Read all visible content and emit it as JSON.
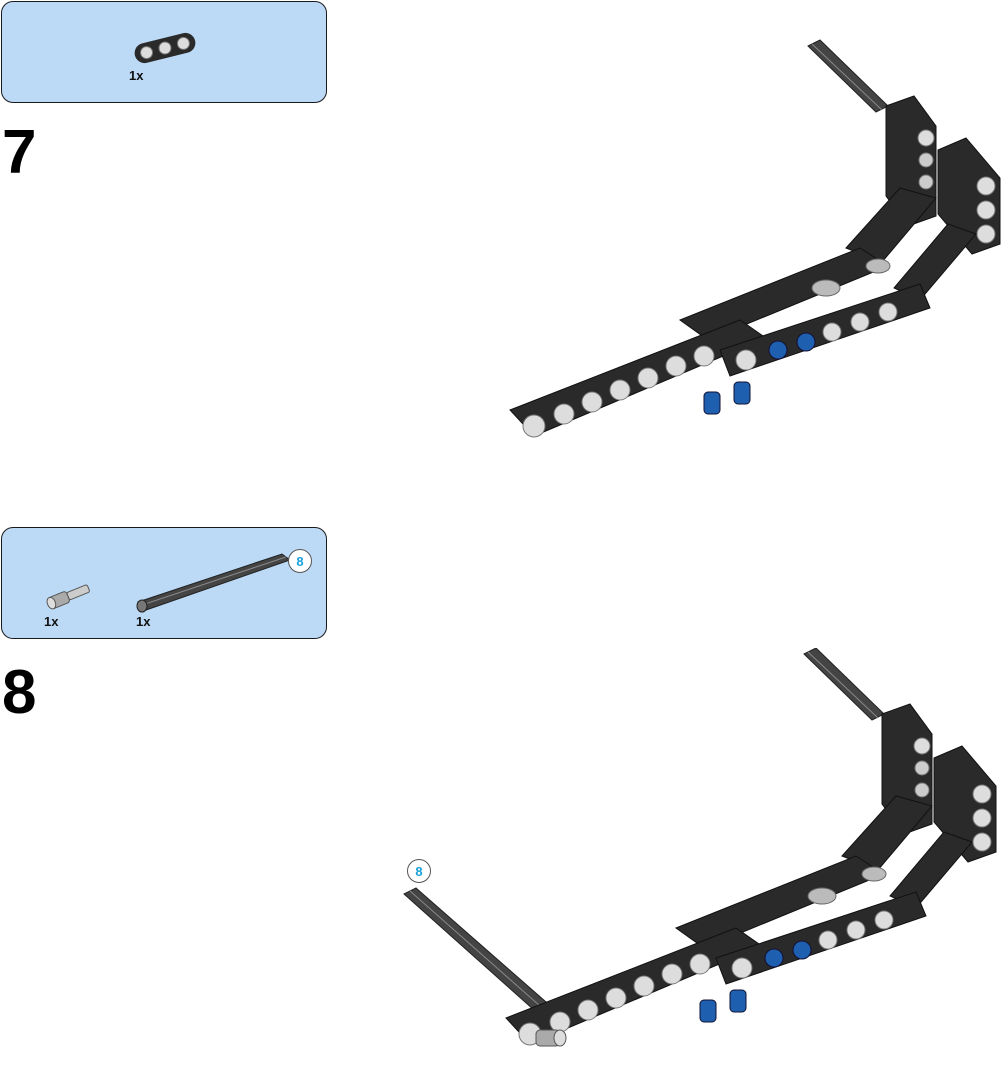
{
  "steps": [
    {
      "number": "7",
      "parts": [
        {
          "qty": "1x",
          "icon": "beam-3-icon"
        }
      ]
    },
    {
      "number": "8",
      "parts": [
        {
          "qty": "1x",
          "icon": "axle-pin-icon"
        },
        {
          "qty": "1x",
          "icon": "axle-8-icon",
          "length_badge": "8"
        }
      ],
      "model_callout": "8"
    }
  ],
  "colors": {
    "parts_box_bg": "#bcdaf6",
    "beam_black": "#2a2a2a",
    "pin_blue": "#1f5fb0",
    "badge_text": "#1aa0d8"
  }
}
